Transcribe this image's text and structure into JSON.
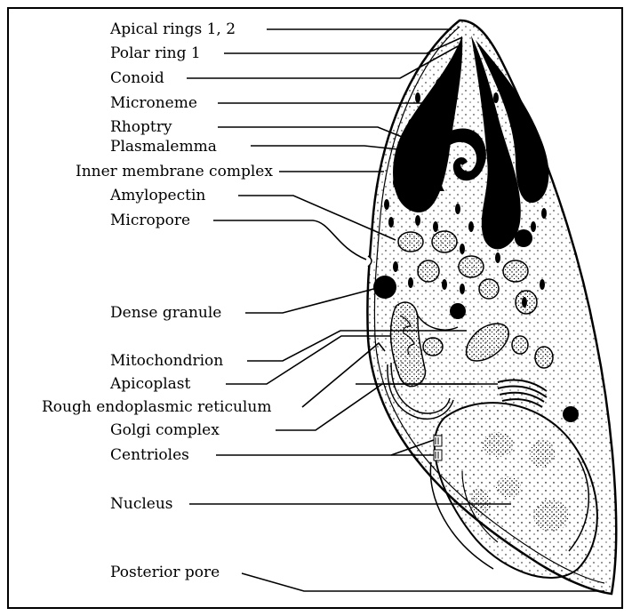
{
  "labels": {
    "apical_rings": "Apical rings 1, 2",
    "polar_ring": "Polar ring 1",
    "conoid": "Conoid",
    "microneme": "Microneme",
    "rhoptry": "Rhoptry",
    "plasmalemma": "Plasmalemma",
    "inner_membrane_complex": "Inner membrane complex",
    "amylopectin": "Amylopectin",
    "micropore": "Micropore",
    "dense_granule": "Dense granule",
    "mitochondrion": "Mitochondrion",
    "apicoplast": "Apicoplast",
    "rough_er": "Rough endoplasmic reticulum",
    "golgi_complex": "Golgi complex",
    "centrioles": "Centrioles",
    "nucleus": "Nucleus",
    "posterior_pore": "Posterior pore"
  }
}
